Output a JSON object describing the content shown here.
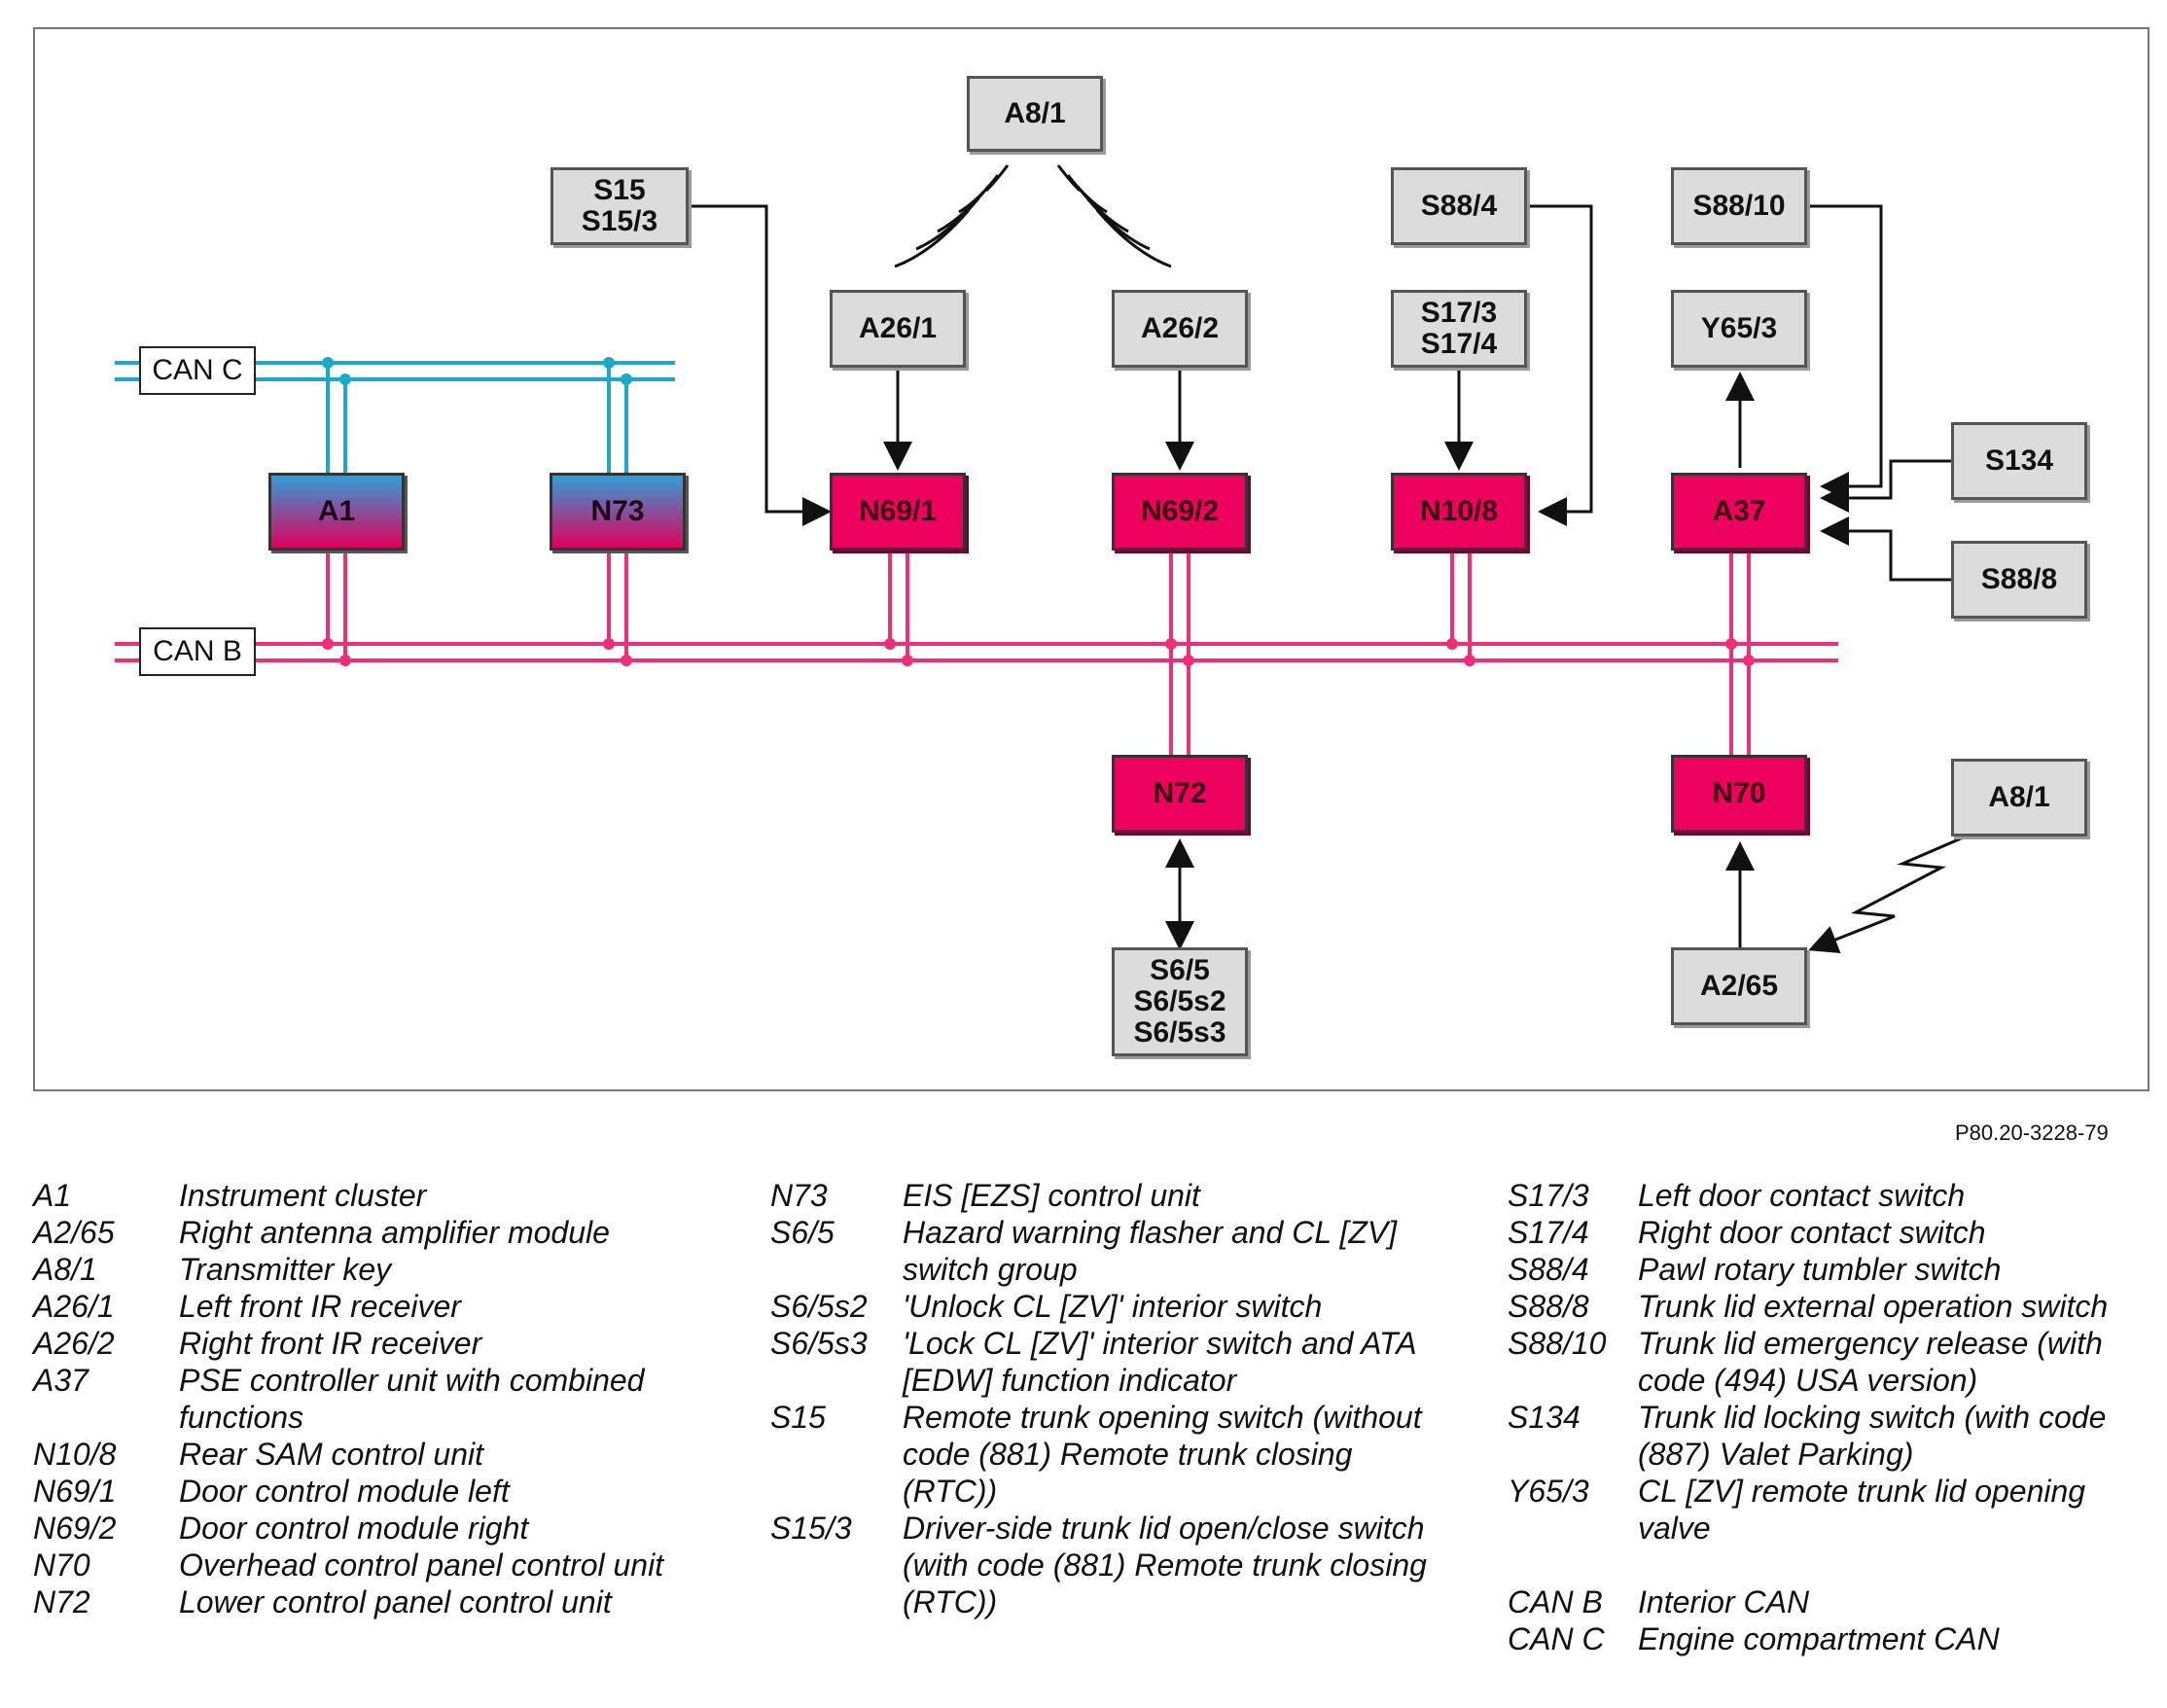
{
  "diagram": {
    "components": {
      "a8_1_top": [
        "A8/1"
      ],
      "s15": [
        "S15",
        "S15/3"
      ],
      "a26_1": [
        "A26/1"
      ],
      "a26_2": [
        "A26/2"
      ],
      "s88_4": [
        "S88/4"
      ],
      "s17": [
        "S17/3",
        "S17/4"
      ],
      "s88_10": [
        "S88/10"
      ],
      "y65_3": [
        "Y65/3"
      ],
      "s134": [
        "S134"
      ],
      "s88_8": [
        "S88/8"
      ],
      "a1": [
        "A1"
      ],
      "n73": [
        "N73"
      ],
      "n69_1": [
        "N69/1"
      ],
      "n69_2": [
        "N69/2"
      ],
      "n10_8": [
        "N10/8"
      ],
      "a37": [
        "A37"
      ],
      "n72": [
        "N72"
      ],
      "n70": [
        "N70"
      ],
      "a8_1_right": [
        "A8/1"
      ],
      "s6_5": [
        "S6/5",
        "S6/5s2",
        "S6/5s3"
      ],
      "a2_65": [
        "A2/65"
      ]
    },
    "buses": {
      "can_c": "CAN C",
      "can_b": "CAN B"
    },
    "colors": {
      "can_c": "#1aa9c9",
      "can_b": "#ee2f78",
      "control_unit": "#ee005f",
      "component": "#dcdcdc"
    }
  },
  "figure_ref": "P80.20-3228-79",
  "legend": {
    "col1": [
      {
        "code": "A1",
        "desc": "Instrument cluster"
      },
      {
        "code": "A2/65",
        "desc": "Right antenna amplifier module"
      },
      {
        "code": "A8/1",
        "desc": "Transmitter key"
      },
      {
        "code": "A26/1",
        "desc": "Left front IR receiver"
      },
      {
        "code": "A26/2",
        "desc": "Right front IR receiver"
      },
      {
        "code": "A37",
        "desc": "PSE controller unit with combined functions"
      },
      {
        "code": "N10/8",
        "desc": "Rear SAM control unit"
      },
      {
        "code": "N69/1",
        "desc": "Door control module left"
      },
      {
        "code": "N69/2",
        "desc": "Door control module right"
      },
      {
        "code": "N70",
        "desc": "Overhead control panel control unit"
      },
      {
        "code": "N72",
        "desc": "Lower control panel control unit"
      }
    ],
    "col2": [
      {
        "code": "N73",
        "desc": "EIS [EZS] control unit"
      },
      {
        "code": "S6/5",
        "desc": "Hazard warning flasher and CL [ZV] switch group"
      },
      {
        "code": "S6/5s2",
        "desc": "'Unlock CL [ZV]' interior switch"
      },
      {
        "code": "S6/5s3",
        "desc": "'Lock CL [ZV]' interior switch and ATA [EDW] function indicator"
      },
      {
        "code": "S15",
        "desc": "Remote trunk opening switch (without code (881) Remote trunk closing (RTC))"
      },
      {
        "code": "S15/3",
        "desc": "Driver-side trunk lid open/close switch (with code (881) Remote trunk closing (RTC))"
      }
    ],
    "col3": [
      {
        "code": "S17/3",
        "desc": "Left door contact switch"
      },
      {
        "code": "S17/4",
        "desc": "Right door contact switch"
      },
      {
        "code": "S88/4",
        "desc": "Pawl rotary tumbler switch"
      },
      {
        "code": "S88/8",
        "desc": "Trunk lid external operation switch"
      },
      {
        "code": "S88/10",
        "desc": "Trunk lid emergency release (with code (494) USA version)"
      },
      {
        "code": "S134",
        "desc": "Trunk lid locking switch (with code (887) Valet Parking)"
      },
      {
        "code": "Y65/3",
        "desc": "CL [ZV] remote trunk lid opening valve"
      },
      {
        "code": "CAN B",
        "desc": "Interior CAN"
      },
      {
        "code": "CAN C",
        "desc": "Engine compartment CAN"
      }
    ]
  }
}
